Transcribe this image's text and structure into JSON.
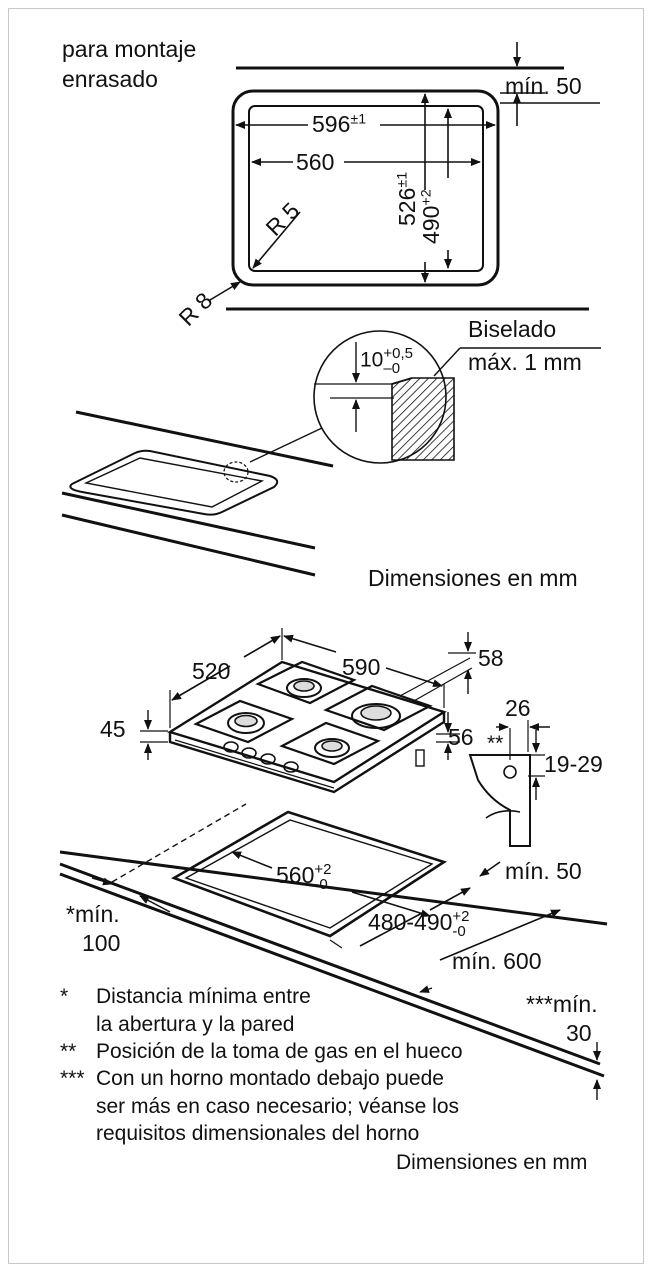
{
  "flush": {
    "title_line1": "para montaje",
    "title_line2": "enrasado",
    "min_top": "mín. 50",
    "width_outer": "596",
    "width_outer_tol": "±1",
    "width_inner": "560",
    "depth_outer": "526",
    "depth_outer_tol": "±1",
    "depth_inner": "490",
    "depth_inner_tol": "+2",
    "radius_inner": "R 5",
    "radius_outer": "R 8",
    "bevel_label_1": "Biselado",
    "bevel_label_2": "máx. 1 mm",
    "bevel_depth": "10",
    "bevel_tol_plus": "+0,5",
    "bevel_tol_minus": "–0",
    "units": "Dimensiones en mm"
  },
  "hob": {
    "width": "590",
    "depth": "520",
    "height": "45",
    "dim_58": "58",
    "dim_56": "56",
    "gas_26": "26",
    "gas_marker": "**",
    "gas_range": "19-29",
    "cut_width": "560",
    "cut_width_tol_plus": "+2",
    "cut_width_tol_minus": "-0",
    "cut_depth": "480-490",
    "cut_depth_tol_plus": "+2",
    "cut_depth_tol_minus": "-0",
    "min_50": "mín. 50",
    "min_600": "mín. 600",
    "min_100_star": "*",
    "min_100_label": "mín.",
    "min_100_value": "100",
    "min_30_star": "***mín.",
    "min_30_value": "30"
  },
  "notes": [
    {
      "marker": "*",
      "text": "Distancia mínima entre"
    },
    {
      "marker": "",
      "text": "la abertura y la pared"
    },
    {
      "marker": "**",
      "text": "Posición de la toma de gas en el hueco"
    },
    {
      "marker": "***",
      "text": "Con un horno montado debajo puede"
    },
    {
      "marker": "",
      "text": "ser más en caso necesario; véanse los"
    },
    {
      "marker": "",
      "text": "requisitos dimensionales del horno"
    }
  ],
  "units_bottom": "Dimensiones en mm"
}
